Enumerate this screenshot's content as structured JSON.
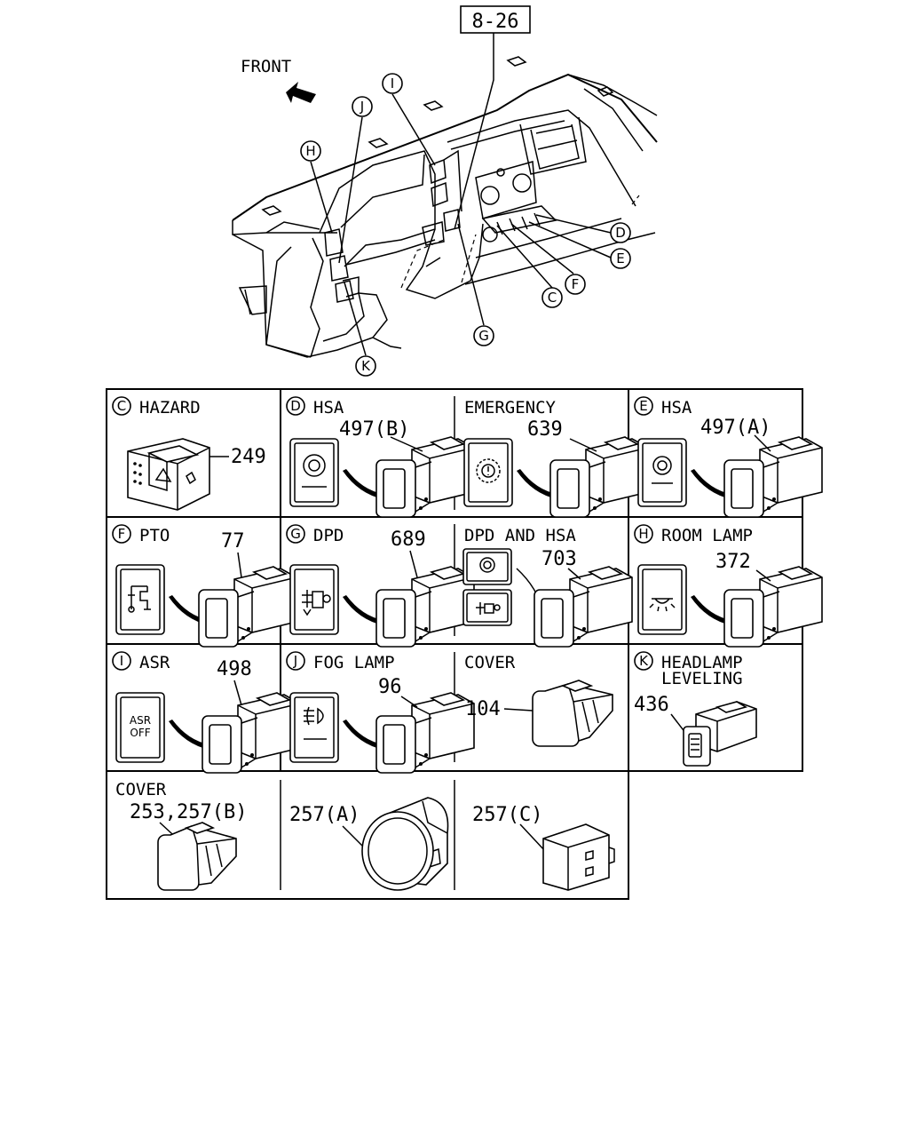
{
  "ref_box": "8-26",
  "front_label": "FRONT",
  "overview_callouts": [
    "C",
    "D",
    "E",
    "F",
    "G",
    "H",
    "I",
    "J",
    "K"
  ],
  "panels": {
    "c_hazard": {
      "letter": "C",
      "title": "HAZARD",
      "part": "249"
    },
    "d_hsa": {
      "letter": "D",
      "title": "HSA",
      "part": "497(B)"
    },
    "emergency": {
      "title": "EMERGENCY",
      "part": "639"
    },
    "e_hsa": {
      "letter": "E",
      "title": "HSA",
      "part": "497(A)"
    },
    "f_pto": {
      "letter": "F",
      "title": "PTO",
      "part": "77"
    },
    "g_dpd": {
      "letter": "G",
      "title": "DPD",
      "part": "689"
    },
    "dpd_and_hsa": {
      "title": "DPD AND HSA",
      "part": "703"
    },
    "h_room_lamp": {
      "letter": "H",
      "title": "ROOM LAMP",
      "part": "372"
    },
    "i_asr": {
      "letter": "I",
      "title": "ASR",
      "part": "498",
      "symbol_line1": "ASR",
      "symbol_line2": "OFF"
    },
    "j_fog_lamp": {
      "letter": "J",
      "title": "FOG LAMP",
      "part": "96"
    },
    "cover_1": {
      "title": "COVER",
      "part": "104"
    },
    "k_headlamp": {
      "letter": "K",
      "title_line1": "HEADLAMP",
      "title_line2": "LEVELING",
      "part": "436"
    },
    "cover_2": {
      "title": "COVER",
      "part": "253,257(B)"
    },
    "cover_257a": {
      "part": "257(A)"
    },
    "cover_257c": {
      "part": "257(C)"
    }
  }
}
